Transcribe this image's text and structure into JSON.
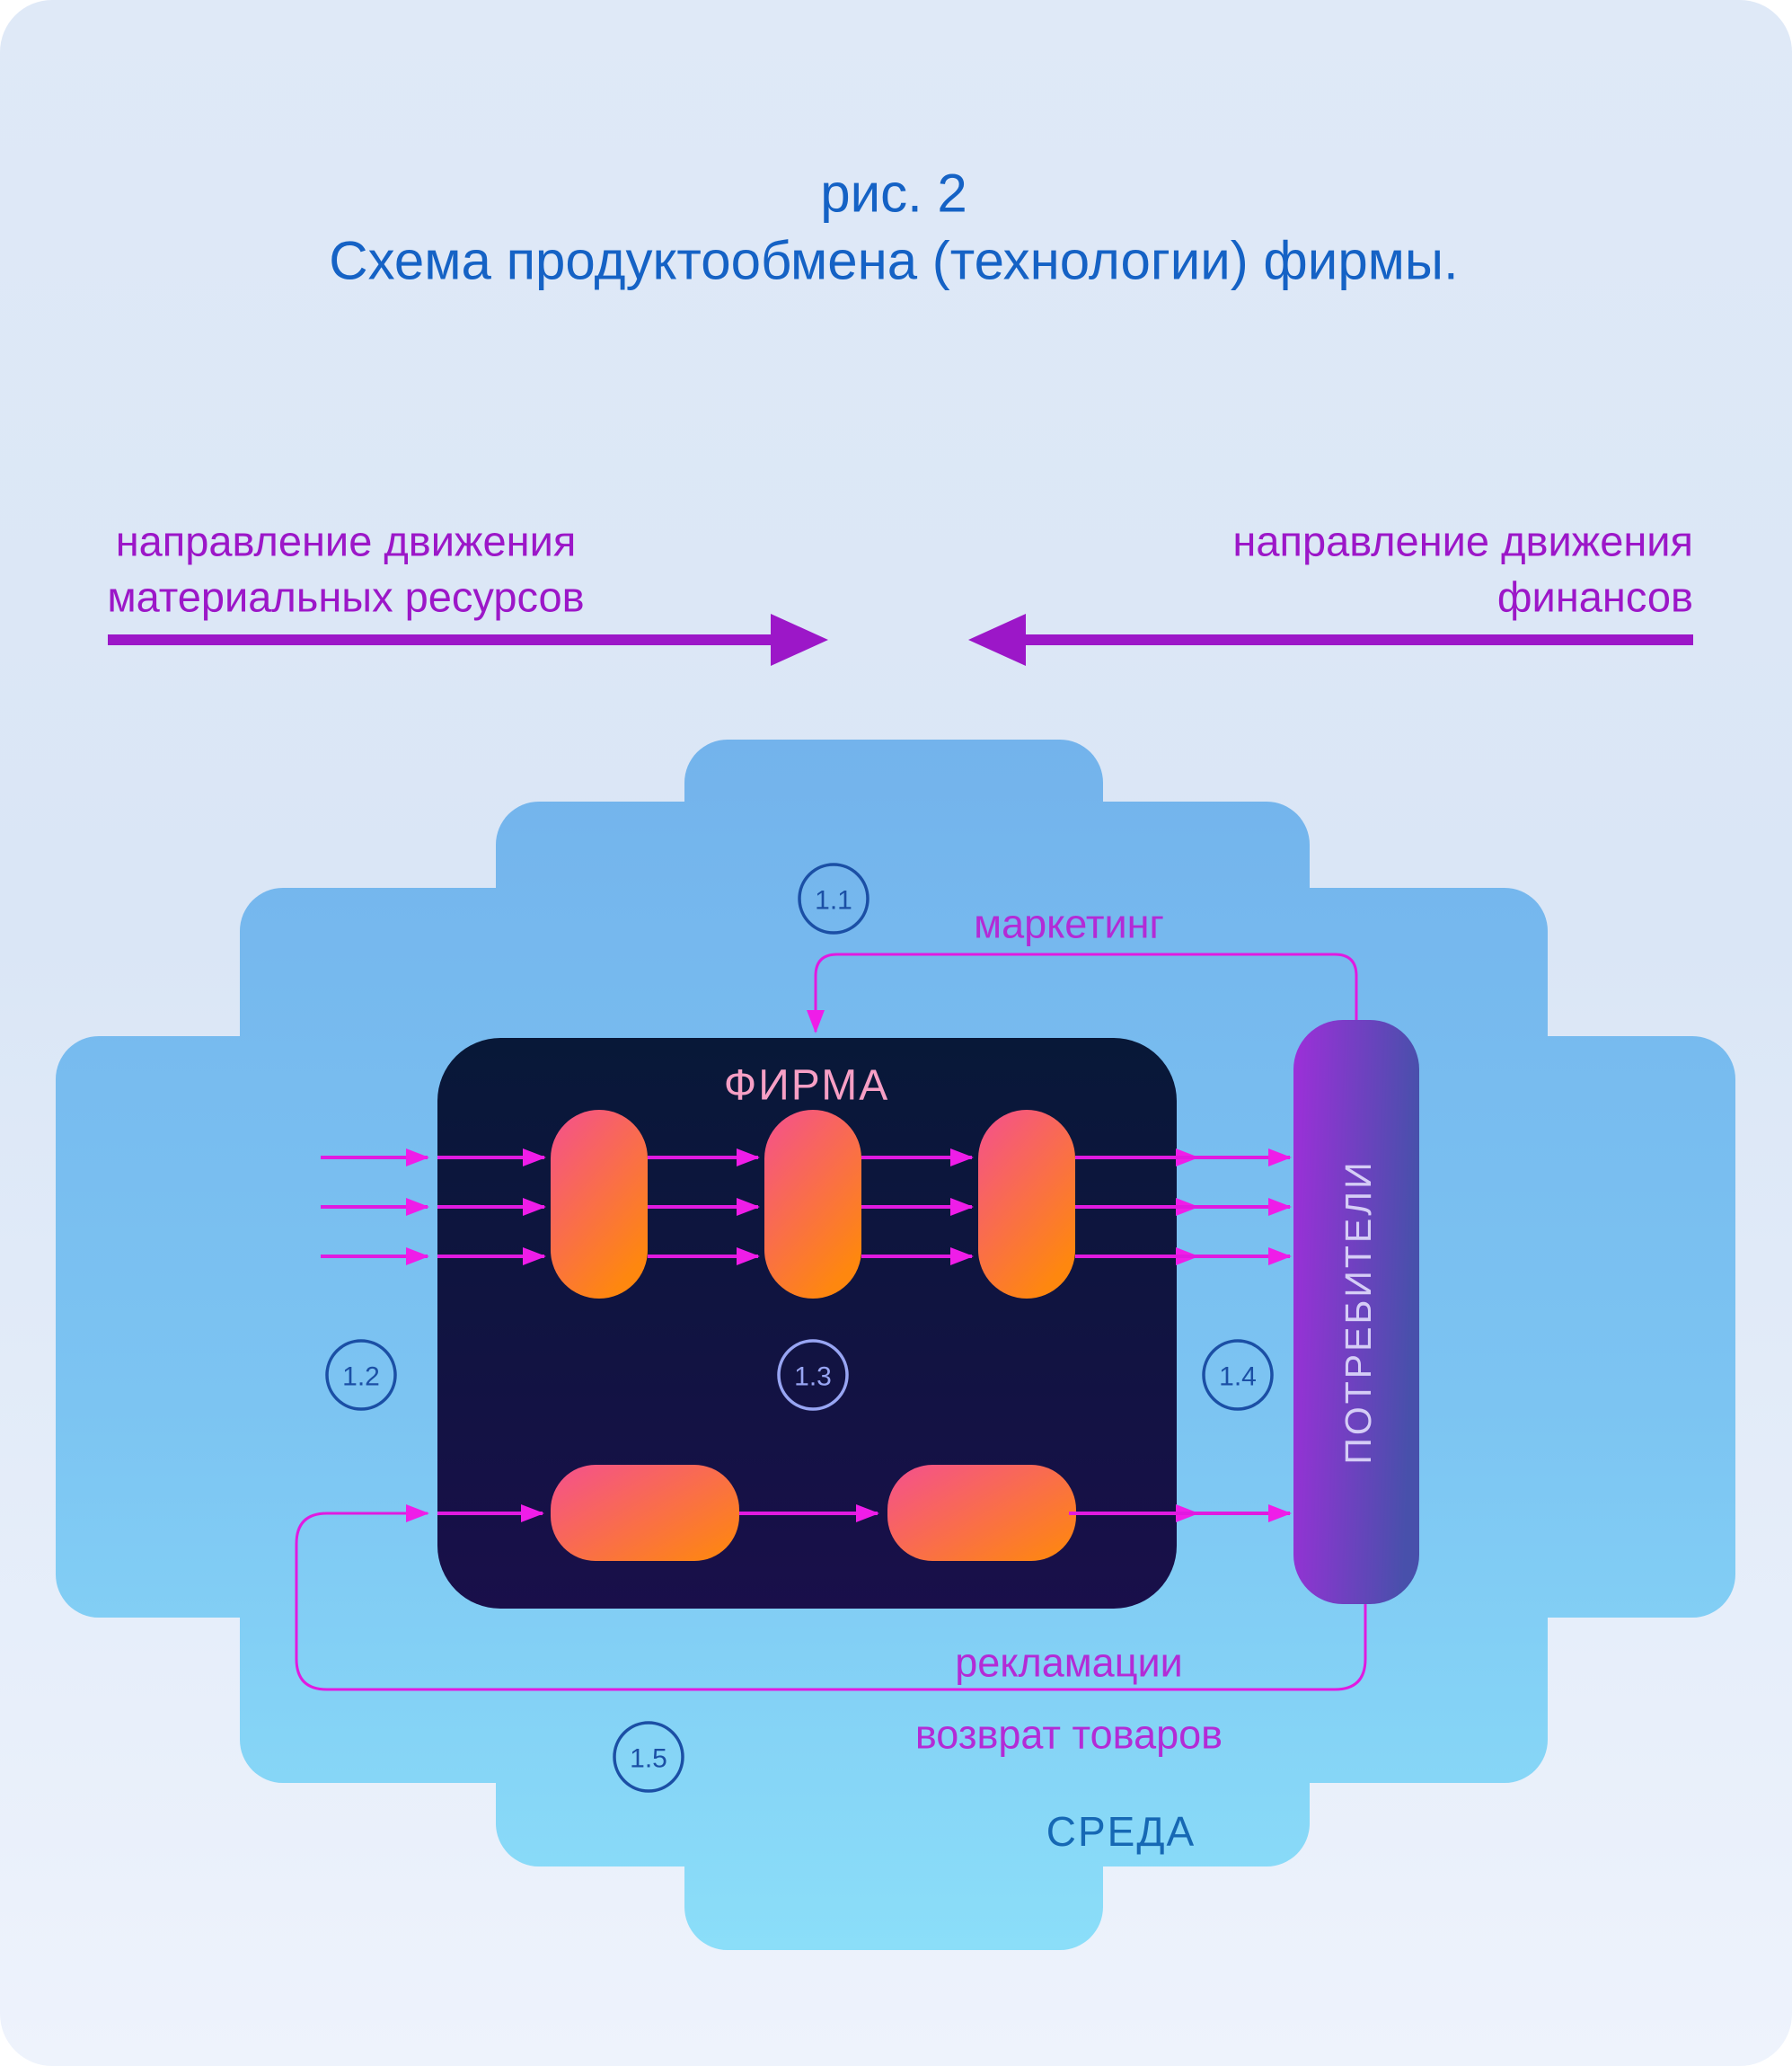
{
  "title": {
    "line1": "рис. 2",
    "line2": "Схема продуктообмена (технологии) фирмы."
  },
  "legend": {
    "material_flow": {
      "line1": "направление движения",
      "line2": "материальных ресурсов"
    },
    "finance_flow": {
      "line1": "направление движения",
      "line2": "финансов"
    }
  },
  "diagram": {
    "firm": {
      "label": "ФИРМА"
    },
    "consumers": {
      "label": "ПОТРЕБИТЕЛИ"
    },
    "environment": {
      "label": "СРЕДА"
    },
    "flow_labels": {
      "marketing": "маркетинг",
      "reclamations": "рекламации",
      "returns": "возврат товаров"
    },
    "nodes": [
      {
        "id": "node-1-1",
        "label": "1.1"
      },
      {
        "id": "node-1-2",
        "label": "1.2"
      },
      {
        "id": "node-1-3",
        "label": "1.3"
      },
      {
        "id": "node-1-4",
        "label": "1.4"
      },
      {
        "id": "node-1-5",
        "label": "1.5"
      }
    ]
  },
  "colors": {
    "title_blue": "#1562c5",
    "legend_purple": "#9c17c8",
    "flow_magenta": "#e11ae0",
    "environment_blue_top": "#73b3ec",
    "environment_blue_bottom": "#8bdef9",
    "firm_navy_top": "#081838",
    "firm_navy_bottom": "#190f4a",
    "process_pink": "#f4508f",
    "process_orange": "#fe870f",
    "consumers_purple": "#9d2fd9",
    "consumers_indigo": "#4850ab",
    "firm_label_pink": "#f79fc5",
    "node_blue": "#1b4fa5",
    "environment_label_blue": "#1668b4"
  }
}
